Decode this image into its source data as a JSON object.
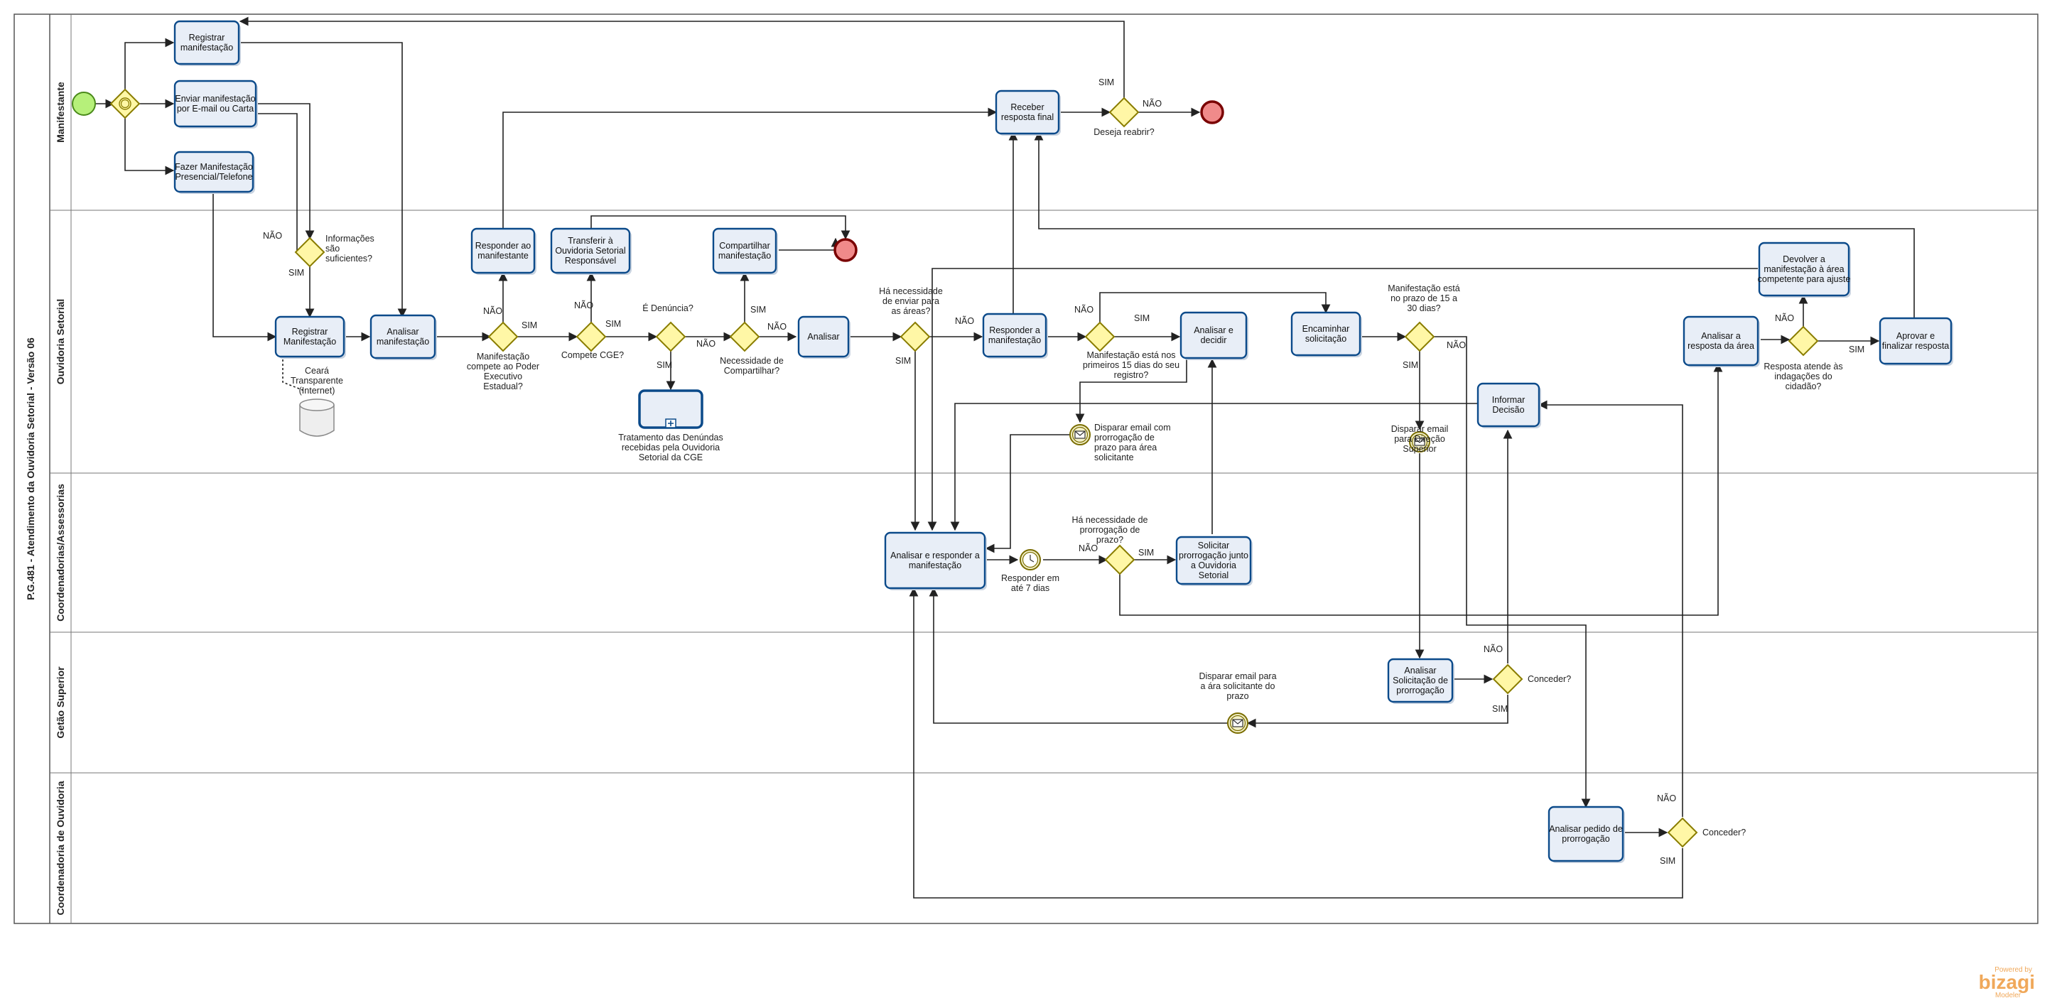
{
  "pool": {
    "title": "P.G.481 - Atendimento da Ouvidoria Setorial - Versão 06"
  },
  "lanes": [
    "Manifestante",
    "Ouvidoria Setorial",
    "Coordenadorias/Assessorias",
    "Getão Superior",
    "Coordenadoria de Ouvidoria"
  ],
  "tasks": {
    "registrar_top": [
      "Registrar",
      "manifestação"
    ],
    "enviar": [
      "Enviar manifestação",
      "por E-mail ou Carta"
    ],
    "presencial": [
      "Fazer Manifestação",
      "Presencial/Telefone"
    ],
    "receber_final": [
      "Receber",
      "resposta final"
    ],
    "registrar_mid": [
      "Registrar",
      "Manifestação"
    ],
    "analisar_manif": [
      "Analisar",
      "manifestação"
    ],
    "responder_manifestante": [
      "Responder ao",
      "manifestante"
    ],
    "transferir": [
      "Transferir à",
      "Ouvidoria Setorial",
      "Responsável"
    ],
    "compartilhar": [
      "Compartilhar",
      "manifestação"
    ],
    "analisar": [
      "Analisar"
    ],
    "responder_manif": [
      "Responder a",
      "manifestação"
    ],
    "analisar_decidir": [
      "Analisar e",
      "decidir"
    ],
    "encaminhar": [
      "Encaminhar",
      "solicitação"
    ],
    "devolver": [
      "Devolver a",
      "manifestação à área",
      "competente para ajuste"
    ],
    "analisar_resposta_area": [
      "Analisar a",
      "resposta da área"
    ],
    "aprovar": [
      "Aprovar e",
      "finalizar resposta"
    ],
    "informar_decisao": [
      "Informar",
      "Decisão"
    ],
    "analisar_responder": [
      "Analisar e responder a",
      "manifestação"
    ],
    "solicitar_prorrogacao": [
      "Solicitar",
      "prorrogação junto",
      "a Ouvidoria",
      "Setorial"
    ],
    "analisar_solicitacao": [
      "Analisar",
      "Solicitação de",
      "prorrogação"
    ],
    "analisar_pedido": [
      "Analisar pedido de",
      "prorrogação"
    ]
  },
  "subprocess": {
    "label": [
      "Tratamento das Denúndas",
      "recebidas pela Ouvidoria",
      "Setorial da CGE"
    ]
  },
  "gateways": {
    "informacoes": [
      "Informações",
      "são",
      "suficientes?"
    ],
    "compete_poder": [
      "Manifestação",
      "compete ao Poder",
      "Executivo",
      "Estadual?"
    ],
    "compete_cge": [
      "Compete CGE?"
    ],
    "denuncia": [
      "É Denúncia?"
    ],
    "compartilhar": [
      "Necessidade de",
      "Compartilhar?"
    ],
    "enviar_areas": [
      "Há necessidade",
      "de enviar para",
      "as áreas?"
    ],
    "quinze_dias": [
      "Manifestação está nos",
      "primeiros 15 dias do seu",
      "registro?"
    ],
    "prazo_15_30": [
      "Manifestação está",
      "no prazo de 15 a",
      "30 dias?"
    ],
    "resposta_atende": [
      "Resposta atende às",
      "indagações do",
      "cidadão?"
    ],
    "deseja_reabrir": [
      "Deseja reabrir?"
    ],
    "prorrogacao_prazo": [
      "Há necessidade de",
      "prorrogação de",
      "prazo?"
    ],
    "conceder1": [
      "Conceder?"
    ],
    "conceder2": [
      "Conceder?"
    ]
  },
  "events": {
    "email_prorrogacao": [
      "Disparar email com",
      "prorrogação de",
      "prazo para área",
      "solicitante"
    ],
    "email_direcao": [
      "Disparar email",
      "para Direção",
      "Superior"
    ],
    "email_area": [
      "Disparar email para",
      "a ára solicitante do",
      "prazo"
    ],
    "timer": [
      "Responder em",
      "até 7 dias"
    ]
  },
  "datastore": {
    "label": [
      "Ceará",
      "Transparente",
      "(Internet)"
    ]
  },
  "flow_labels": {
    "sim": "SIM",
    "nao": "NÃO"
  },
  "brand": {
    "powered": "Powered by",
    "name": "bizagi",
    "sub": "Modeler"
  },
  "colors": {
    "task_fill": "#e8eef7",
    "task_stroke": "#0b4a8a",
    "gateway_fill": "#fff7a6",
    "start_fill": "#b6f07a",
    "end_fill": "#f08a8a",
    "brand": "#f0a85a"
  }
}
